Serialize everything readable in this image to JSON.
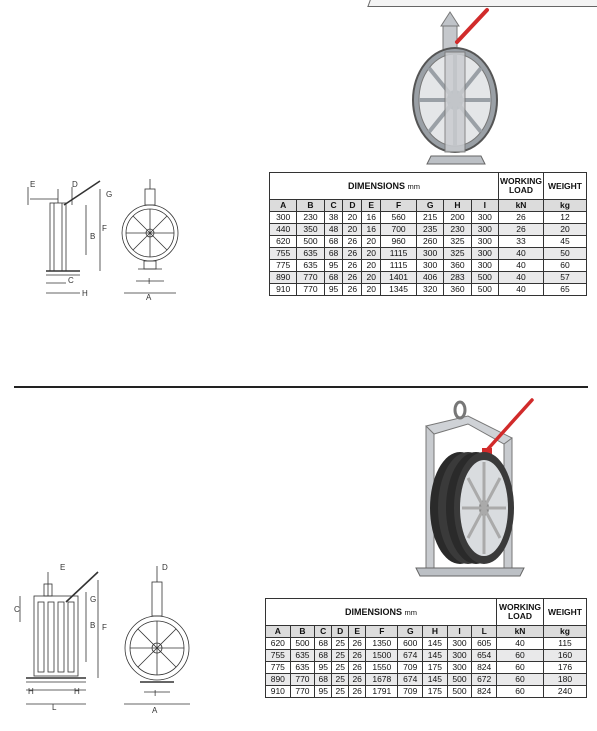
{
  "table1": {
    "header": "DIMENSIONS",
    "header_unit": "mm",
    "working_load_label": "WORKING LOAD",
    "weight_label": "WEIGHT",
    "columns": [
      "A",
      "B",
      "C",
      "D",
      "E",
      "F",
      "G",
      "H",
      "I"
    ],
    "load_unit": "kN",
    "weight_unit": "kg",
    "rows": [
      [
        "300",
        "230",
        "38",
        "20",
        "16",
        "560",
        "215",
        "200",
        "300",
        "26",
        "12"
      ],
      [
        "440",
        "350",
        "48",
        "20",
        "16",
        "700",
        "235",
        "230",
        "300",
        "26",
        "20"
      ],
      [
        "620",
        "500",
        "68",
        "26",
        "20",
        "960",
        "260",
        "325",
        "300",
        "33",
        "45"
      ],
      [
        "755",
        "635",
        "68",
        "26",
        "20",
        "1115",
        "300",
        "325",
        "300",
        "40",
        "50"
      ],
      [
        "775",
        "635",
        "95",
        "26",
        "20",
        "1115",
        "300",
        "360",
        "300",
        "40",
        "60"
      ],
      [
        "890",
        "770",
        "68",
        "26",
        "20",
        "1401",
        "406",
        "283",
        "500",
        "40",
        "57"
      ],
      [
        "910",
        "770",
        "95",
        "26",
        "20",
        "1345",
        "320",
        "360",
        "500",
        "40",
        "65"
      ]
    ]
  },
  "table2": {
    "header": "DIMENSIONS",
    "header_unit": "mm",
    "working_load_label": "WORKING LOAD",
    "weight_label": "WEIGHT",
    "columns": [
      "A",
      "B",
      "C",
      "D",
      "E",
      "F",
      "G",
      "H",
      "I",
      "L"
    ],
    "load_unit": "kN",
    "weight_unit": "kg",
    "rows": [
      [
        "620",
        "500",
        "68",
        "25",
        "26",
        "1350",
        "600",
        "145",
        "300",
        "605",
        "40",
        "115"
      ],
      [
        "755",
        "635",
        "68",
        "25",
        "26",
        "1500",
        "674",
        "145",
        "300",
        "654",
        "60",
        "160"
      ],
      [
        "775",
        "635",
        "95",
        "25",
        "26",
        "1550",
        "709",
        "175",
        "300",
        "824",
        "60",
        "176"
      ],
      [
        "890",
        "770",
        "68",
        "25",
        "26",
        "1678",
        "674",
        "145",
        "500",
        "672",
        "60",
        "180"
      ],
      [
        "910",
        "770",
        "95",
        "25",
        "26",
        "1791",
        "709",
        "175",
        "500",
        "824",
        "60",
        "240"
      ]
    ]
  },
  "diagram1": {
    "labels": [
      "E",
      "D",
      "G",
      "B",
      "F",
      "C",
      "H",
      "I",
      "A"
    ]
  },
  "diagram2": {
    "labels": [
      "E",
      "C",
      "G",
      "B",
      "F",
      "D",
      "H",
      "H",
      "L",
      "I",
      "A"
    ]
  },
  "colors": {
    "handle": "#d12b2b",
    "metal": "#b8bcc2",
    "wheel": "#2a2a2a"
  }
}
